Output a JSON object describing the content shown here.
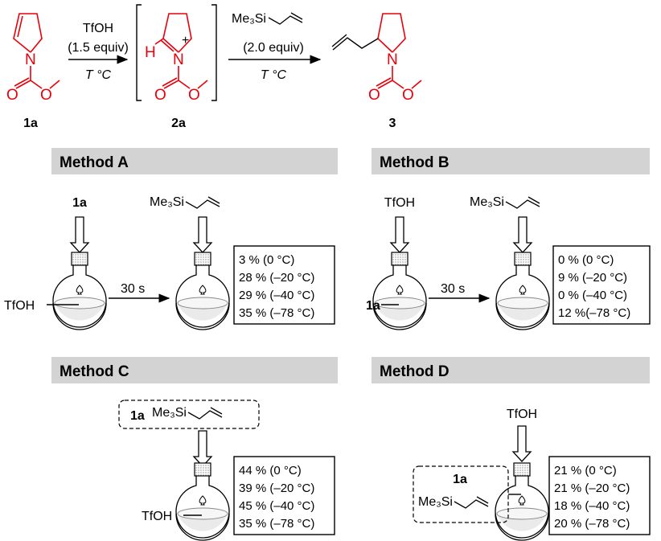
{
  "scheme": {
    "compound_1a": "1a",
    "compound_2a": "2a",
    "compound_3": "3",
    "atom_N": "N",
    "atom_O": "O",
    "atom_H": "H",
    "charge": "+",
    "step1": {
      "reagent": "TfOH",
      "amount": "(1.5 equiv)",
      "temp": "T °C"
    },
    "step2": {
      "reagent": "Me₃Si",
      "amount": "(2.0 equiv)",
      "temp": "T °C"
    }
  },
  "methods": [
    {
      "title": "Method A",
      "first_add": "1a",
      "flask_content": "TfOH",
      "time": "30 s",
      "second_add": "Me₃Si",
      "results": [
        "3 % (0 °C)",
        "28 % (–20 °C)",
        "29 % (–40 °C)",
        "35 % (–78 °C)"
      ]
    },
    {
      "title": "Method B",
      "first_add": "TfOH",
      "flask_content": "1a",
      "time": "30 s",
      "second_add": "Me₃Si",
      "results": [
        "0 % (0 °C)",
        "9 %  (–20 °C)",
        "0 %  (–40 °C)",
        "12 %(–78 °C)"
      ]
    },
    {
      "title": "Method C",
      "premix": "1a",
      "premix_reagent": "Me₃Si",
      "flask_content": "TfOH",
      "results": [
        "44 % (0 °C)",
        "39 % (–20 °C)",
        "45 % (–40 °C)",
        "35 % (–78 °C)"
      ]
    },
    {
      "title": "Method D",
      "add": "TfOH",
      "premix": "1a",
      "premix_reagent": "Me₃Si",
      "results": [
        "21 % (0 °C)",
        "21 % (–20 °C)",
        "18 % (–40 °C)",
        "20 % (–78 °C)"
      ]
    }
  ]
}
